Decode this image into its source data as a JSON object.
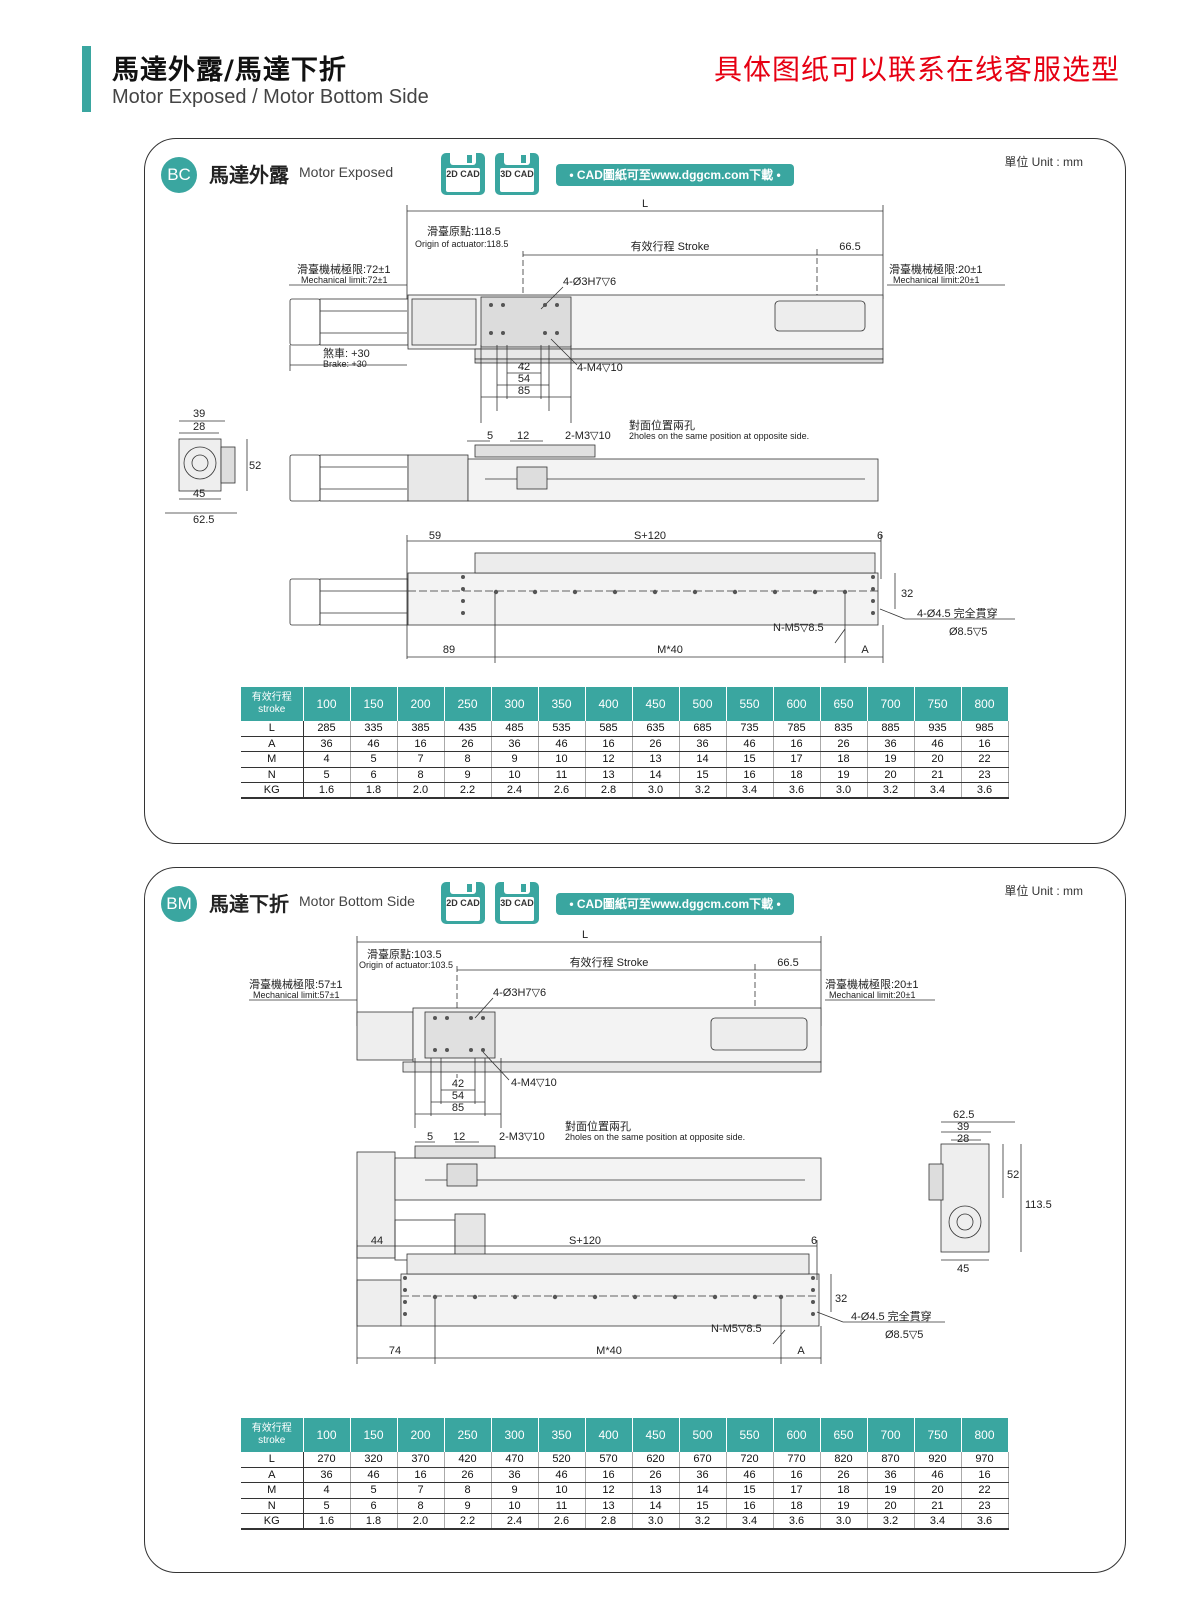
{
  "header": {
    "title": "馬達外露/馬達下折",
    "subtitle": "Motor Exposed / Motor Bottom Side",
    "contact_note": "具体图纸可以联系在线客服选型"
  },
  "colors": {
    "accent": "#3aa6a0",
    "note": "#e60012"
  },
  "sections": [
    {
      "badge": "BC",
      "title": "馬達外露",
      "subtitle": "Motor Exposed",
      "unit": "單位 Unit : mm",
      "cad_2d": "2D CAD",
      "cad_3d": "3D CAD",
      "cad_link": "• CAD圖紙可至www.dggcm.com下載 •",
      "labels": {
        "L": "L",
        "origin_cn": "滑臺原點:118.5",
        "origin_en": "Origin of actuator:118.5",
        "stroke": "有效行程 Stroke",
        "d66": "66.5",
        "mech_left_cn": "滑臺機械極限:72±1",
        "mech_left_en": "Mechanical limit:72±1",
        "mech_right_cn": "滑臺機械極限:20±1",
        "mech_right_en": "Mechanical limit:20±1",
        "hole_h7": "4-Ø3H7▽6",
        "brake_cn": "煞車: +30",
        "brake_en": "Brake: +30",
        "d42": "42",
        "d54": "54",
        "d85": "85",
        "m4": "4-M4▽10",
        "d39": "39",
        "d28": "28",
        "d52": "52",
        "d45": "45",
        "d625": "62.5",
        "d5": "5",
        "d12": "12",
        "m3": "2-M3▽10",
        "opposite_cn": "對面位置兩孔",
        "opposite_en": "2holes on the same position at opposite side.",
        "d59": "59",
        "s120": "S+120",
        "d6": "6",
        "d32": "32",
        "thru": "4-Ø4.5 完全貫穿",
        "cbore": "Ø8.5▽5",
        "nm5": "N-M5▽8.5",
        "d89": "89",
        "m40": "M*40",
        "A": "A"
      },
      "table": {
        "header_cn": "有效行程",
        "header_en": "stroke",
        "strokes": [
          "100",
          "150",
          "200",
          "250",
          "300",
          "350",
          "400",
          "450",
          "500",
          "550",
          "600",
          "650",
          "700",
          "750",
          "800"
        ],
        "rows": [
          {
            "label": "L",
            "values": [
              "285",
              "335",
              "385",
              "435",
              "485",
              "535",
              "585",
              "635",
              "685",
              "735",
              "785",
              "835",
              "885",
              "935",
              "985"
            ]
          },
          {
            "label": "A",
            "values": [
              "36",
              "46",
              "16",
              "26",
              "36",
              "46",
              "16",
              "26",
              "36",
              "46",
              "16",
              "26",
              "36",
              "46",
              "16"
            ]
          },
          {
            "label": "M",
            "values": [
              "4",
              "5",
              "7",
              "8",
              "9",
              "10",
              "12",
              "13",
              "14",
              "15",
              "17",
              "18",
              "19",
              "20",
              "22"
            ]
          },
          {
            "label": "N",
            "values": [
              "5",
              "6",
              "8",
              "9",
              "10",
              "11",
              "13",
              "14",
              "15",
              "16",
              "18",
              "19",
              "20",
              "21",
              "23"
            ]
          },
          {
            "label": "KG",
            "values": [
              "1.6",
              "1.8",
              "2.0",
              "2.2",
              "2.4",
              "2.6",
              "2.8",
              "3.0",
              "3.2",
              "3.4",
              "3.6",
              "3.0",
              "3.2",
              "3.4",
              "3.6"
            ]
          }
        ]
      }
    },
    {
      "badge": "BM",
      "title": "馬達下折",
      "subtitle": "Motor Bottom Side",
      "unit": "單位 Unit : mm",
      "cad_2d": "2D CAD",
      "cad_3d": "3D CAD",
      "cad_link": "• CAD圖紙可至www.dggcm.com下載 •",
      "labels": {
        "L": "L",
        "origin_cn": "滑臺原點:103.5",
        "origin_en": "Origin of actuator:103.5",
        "stroke": "有效行程 Stroke",
        "d66": "66.5",
        "mech_left_cn": "滑臺機械極限:57±1",
        "mech_left_en": "Mechanical limit:57±1",
        "mech_right_cn": "滑臺機械極限:20±1",
        "mech_right_en": "Mechanical limit:20±1",
        "hole_h7": "4-Ø3H7▽6",
        "d42": "42",
        "d54": "54",
        "d85": "85",
        "m4": "4-M4▽10",
        "d5": "5",
        "d12": "12",
        "m3": "2-M3▽10",
        "opposite_cn": "對面位置兩孔",
        "opposite_en": "2holes on the same position at opposite side.",
        "d625": "62.5",
        "d39": "39",
        "d28": "28",
        "d52": "52",
        "d1135": "113.5",
        "d45": "45",
        "d44": "44",
        "s120": "S+120",
        "d6": "6",
        "d32": "32",
        "thru": "4-Ø4.5 完全貫穿",
        "cbore": "Ø8.5▽5",
        "nm5": "N-M5▽8.5",
        "d74": "74",
        "m40": "M*40",
        "A": "A"
      },
      "table": {
        "header_cn": "有效行程",
        "header_en": "stroke",
        "strokes": [
          "100",
          "150",
          "200",
          "250",
          "300",
          "350",
          "400",
          "450",
          "500",
          "550",
          "600",
          "650",
          "700",
          "750",
          "800"
        ],
        "rows": [
          {
            "label": "L",
            "values": [
              "270",
              "320",
              "370",
              "420",
              "470",
              "520",
              "570",
              "620",
              "670",
              "720",
              "770",
              "820",
              "870",
              "920",
              "970"
            ]
          },
          {
            "label": "A",
            "values": [
              "36",
              "46",
              "16",
              "26",
              "36",
              "46",
              "16",
              "26",
              "36",
              "46",
              "16",
              "26",
              "36",
              "46",
              "16"
            ]
          },
          {
            "label": "M",
            "values": [
              "4",
              "5",
              "7",
              "8",
              "9",
              "10",
              "12",
              "13",
              "14",
              "15",
              "17",
              "18",
              "19",
              "20",
              "22"
            ]
          },
          {
            "label": "N",
            "values": [
              "5",
              "6",
              "8",
              "9",
              "10",
              "11",
              "13",
              "14",
              "15",
              "16",
              "18",
              "19",
              "20",
              "21",
              "23"
            ]
          },
          {
            "label": "KG",
            "values": [
              "1.6",
              "1.8",
              "2.0",
              "2.2",
              "2.4",
              "2.6",
              "2.8",
              "3.0",
              "3.2",
              "3.4",
              "3.6",
              "3.0",
              "3.2",
              "3.4",
              "3.6"
            ]
          }
        ]
      }
    }
  ]
}
